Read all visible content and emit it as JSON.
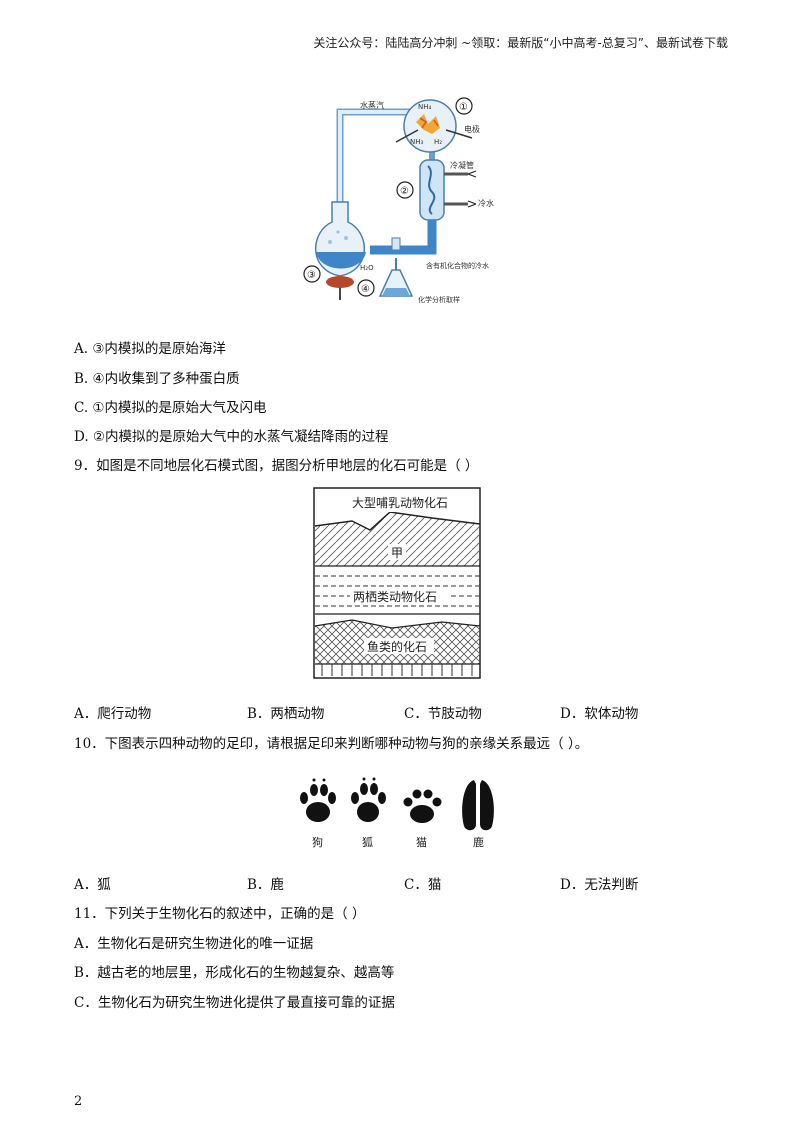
{
  "header": {
    "text": "关注公众号：陆陆高分冲刺  ~领取：最新版“小中高考-总复习”、最新试卷下载"
  },
  "miller": {
    "labels": {
      "steam": "水蒸汽",
      "nh4": "NH₄",
      "nh3": "NH₃",
      "h2": "H₂",
      "electrode": "电极",
      "condenser": "冷凝管",
      "cold_water": "冷水",
      "organic_water": "含有机化合物的冷水",
      "h2o": "H₂O",
      "sample": "化学分析取样",
      "n1": "①",
      "n2": "②",
      "n3": "③",
      "n4": "④"
    }
  },
  "q8": {
    "options": [
      "A. ③内模拟的是原始海洋",
      "B. ④内收集到了多种蛋白质",
      "C. ①内模拟的是原始大气及闪电",
      "D. ②内模拟的是原始大气中的水蒸气凝结降雨的过程"
    ]
  },
  "q9": {
    "stem": "9．如图是不同地层化石模式图，据图分析甲地层的化石可能是（      ）",
    "strata": {
      "top": "大型哺乳动物化石",
      "middle": "甲",
      "lower": "两栖类动物化石",
      "bottom": "鱼类的化石"
    },
    "options": [
      "A．爬行动物",
      "B．两栖动物",
      "C．节肢动物",
      "D．软体动物"
    ]
  },
  "q10": {
    "stem": "10．下图表示四种动物的足印，请根据足印来判断哪种动物与狗的亲缘关系最远（      ）。",
    "animals": [
      "狗",
      "狐",
      "猫",
      "鹿"
    ],
    "options": [
      "A．狐",
      "B．鹿",
      "C．猫",
      "D．无法判断"
    ]
  },
  "q11": {
    "stem": "11．下列关于生物化石的叙述中，正确的是（    ）",
    "options": [
      "A．生物化石是研究生物进化的唯一证据",
      "B．越古老的地层里，形成化石的生物越复杂、越高等",
      "C．生物化石为研究生物进化提供了最直接可靠的证据"
    ]
  },
  "page": {
    "number": "2"
  }
}
